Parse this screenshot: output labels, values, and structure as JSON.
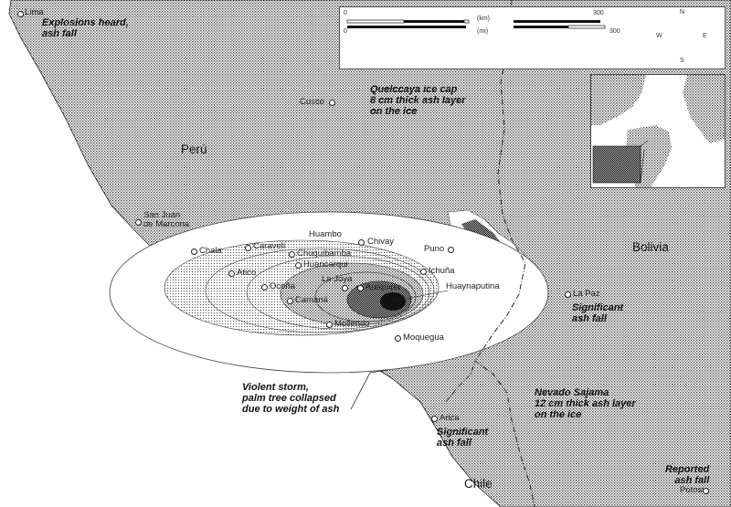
{
  "countries": {
    "peru": "Perú",
    "bolivia": "Bolivia",
    "chile": "Chile"
  },
  "cities": {
    "lima": "Lima",
    "cusco": "Cusco",
    "san_juan": "San Juan\nde Marcona",
    "chala": "Chala",
    "caraveli": "Caravelí",
    "huambo": "Huambo",
    "chivay": "Chivay",
    "puno": "Puno",
    "chuquibamba": "Chuquibamba",
    "huancarqui": "Huancarqui",
    "atico": "Atico",
    "ocona": "Ocoña",
    "la_joya": "La Joya",
    "arequipa": "Arequipa",
    "camana": "Camaná",
    "ichuna": "Ichuña",
    "huaynaputina": "Huaynaputina",
    "mollendo": "Mollendo",
    "moquegua": "Moquegua",
    "la_paz": "La Paz",
    "arica": "Arica",
    "potosi": "Potosí"
  },
  "notes": {
    "lima": "Explosions heard,\nash fall",
    "quelccaya": "Quelccaya ice cap\n8 cm thick ash layer\non the ice",
    "la_paz": "Significant\nash fall",
    "storm": "Violent storm,\npalm tree collapsed\ndue to weight of ash",
    "sajama": "Nevado Sajama\n12 cm thick ash layer\non the ice",
    "arica": "Significant\nash fall",
    "potosi": "Reported\nash fall"
  },
  "scale": {
    "km_unit": "(km)",
    "km_max": "300",
    "mi_unit": "(mi)",
    "mi_max": "300",
    "zero": "0"
  },
  "compass": {
    "n": "N",
    "s": "S",
    "e": "E",
    "w": "W"
  },
  "colors": {
    "land": "#9a9a9a",
    "ink": "#111111",
    "background": "#ffffff"
  }
}
